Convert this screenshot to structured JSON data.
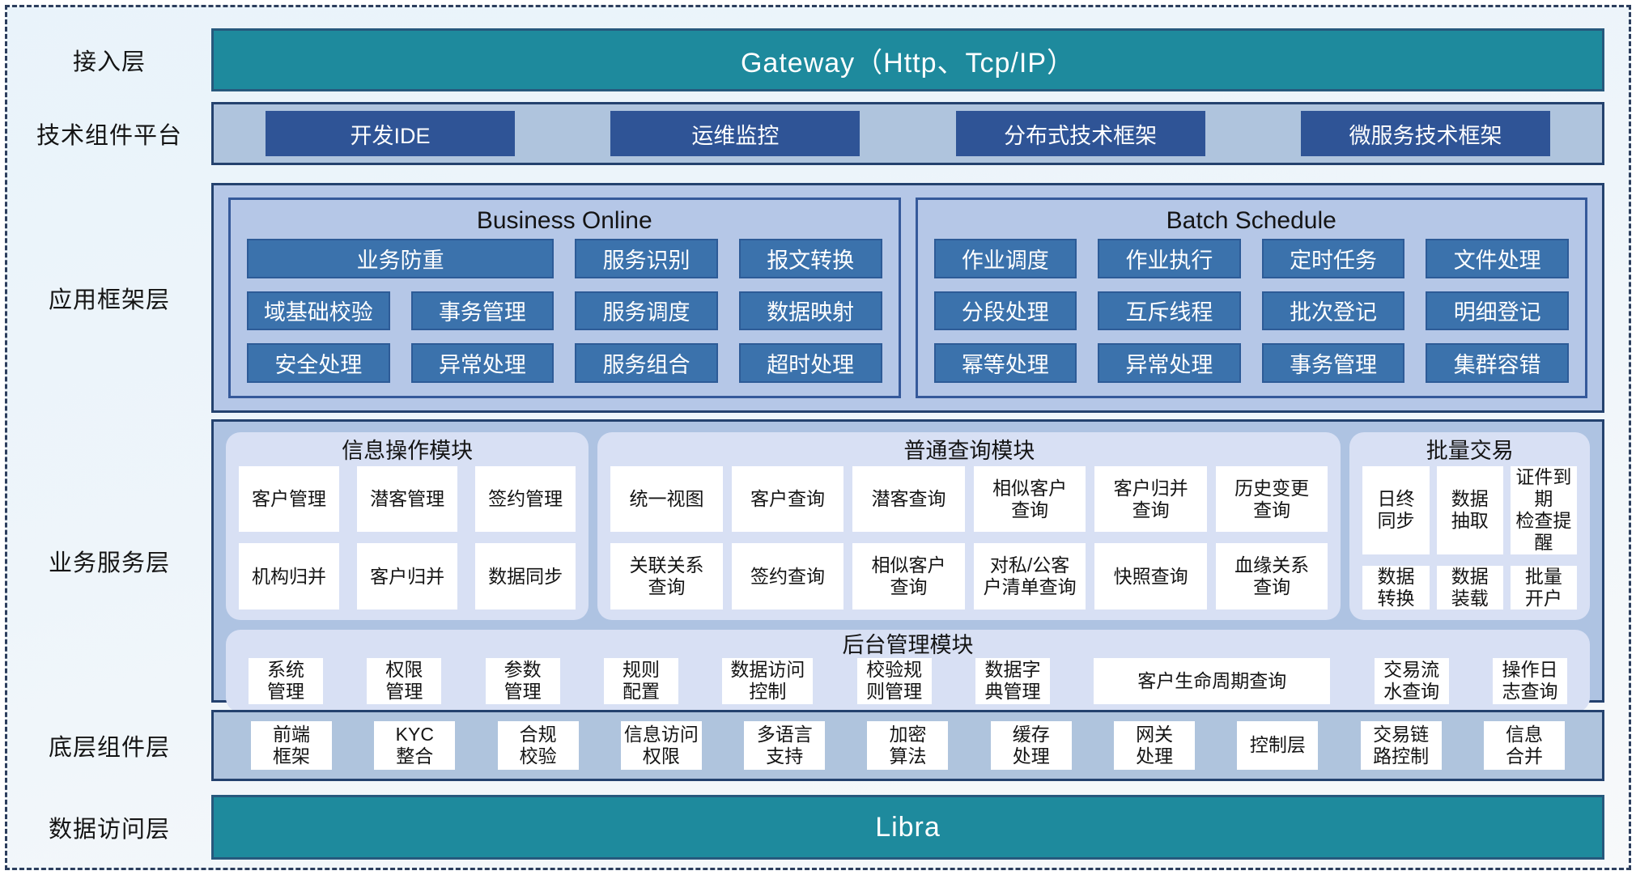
{
  "colors": {
    "teal": "#1e8a9d",
    "navy": "#2f5496",
    "steel": "#3b72ac",
    "panel-light": "#afc4dd",
    "panel-fw": "#b5c7e7",
    "panel-biz": "#aec3e2",
    "module-fill": "#d8e0f4"
  },
  "layers": {
    "access": {
      "label": "接入层",
      "bar": "Gateway（Http、Tcp/IP）"
    },
    "tech": {
      "label": "技术组件平台",
      "items": [
        "开发IDE",
        "运维监控",
        "分布式技术框架",
        "微服务技术框架"
      ]
    },
    "framework": {
      "label": "应用框架层",
      "business_online": {
        "title": "Business Online",
        "wide": "业务防重",
        "row1": [
          "服务识别",
          "报文转换"
        ],
        "row2": [
          "域基础校验",
          "事务管理",
          "服务调度",
          "数据映射"
        ],
        "row3": [
          "安全处理",
          "异常处理",
          "服务组合",
          "超时处理"
        ]
      },
      "batch_schedule": {
        "title": "Batch Schedule",
        "row1": [
          "作业调度",
          "作业执行",
          "定时任务",
          "文件处理"
        ],
        "row2": [
          "分段处理",
          "互斥线程",
          "批次登记",
          "明细登记"
        ],
        "row3": [
          "幂等处理",
          "异常处理",
          "事务管理",
          "集群容错"
        ]
      }
    },
    "business": {
      "label": "业务服务层",
      "info_module": {
        "title": "信息操作模块",
        "cells": [
          "客户管理",
          "潜客管理",
          "签约管理",
          "机构归并",
          "客户归并",
          "数据同步"
        ]
      },
      "query_module": {
        "title": "普通查询模块",
        "cells": [
          "统一视图",
          "客户查询",
          "潜客查询",
          "相似客户\n查询",
          "客户归并\n查询",
          "历史变更\n查询",
          "关联关系\n查询",
          "签约查询",
          "相似客户\n查询",
          "对私/公客\n户清单查询",
          "快照查询",
          "血缘关系\n查询"
        ]
      },
      "batch_module": {
        "title": "批量交易",
        "cells": [
          "日终\n同步",
          "数据\n抽取",
          "证件到期\n检查提醒",
          "数据\n转换",
          "数据\n装载",
          "批量\n开户"
        ]
      },
      "admin_module": {
        "title": "后台管理模块",
        "cells": [
          "系统\n管理",
          "权限\n管理",
          "参数\n管理",
          "规则\n配置",
          "数据访问\n控制",
          "校验规\n则管理",
          "数据字\n典管理",
          "客户生命周期查询",
          "交易流\n水查询",
          "操作日\n志查询"
        ]
      }
    },
    "components": {
      "label": "底层组件层",
      "cells": [
        "前端\n框架",
        "KYC\n整合",
        "合规\n校验",
        "信息访问\n权限",
        "多语言\n支持",
        "加密\n算法",
        "缓存\n处理",
        "网关\n处理",
        "控制层",
        "交易链\n路控制",
        "信息\n合并"
      ]
    },
    "data_access": {
      "label": "数据访问层",
      "bar": "Libra"
    }
  }
}
